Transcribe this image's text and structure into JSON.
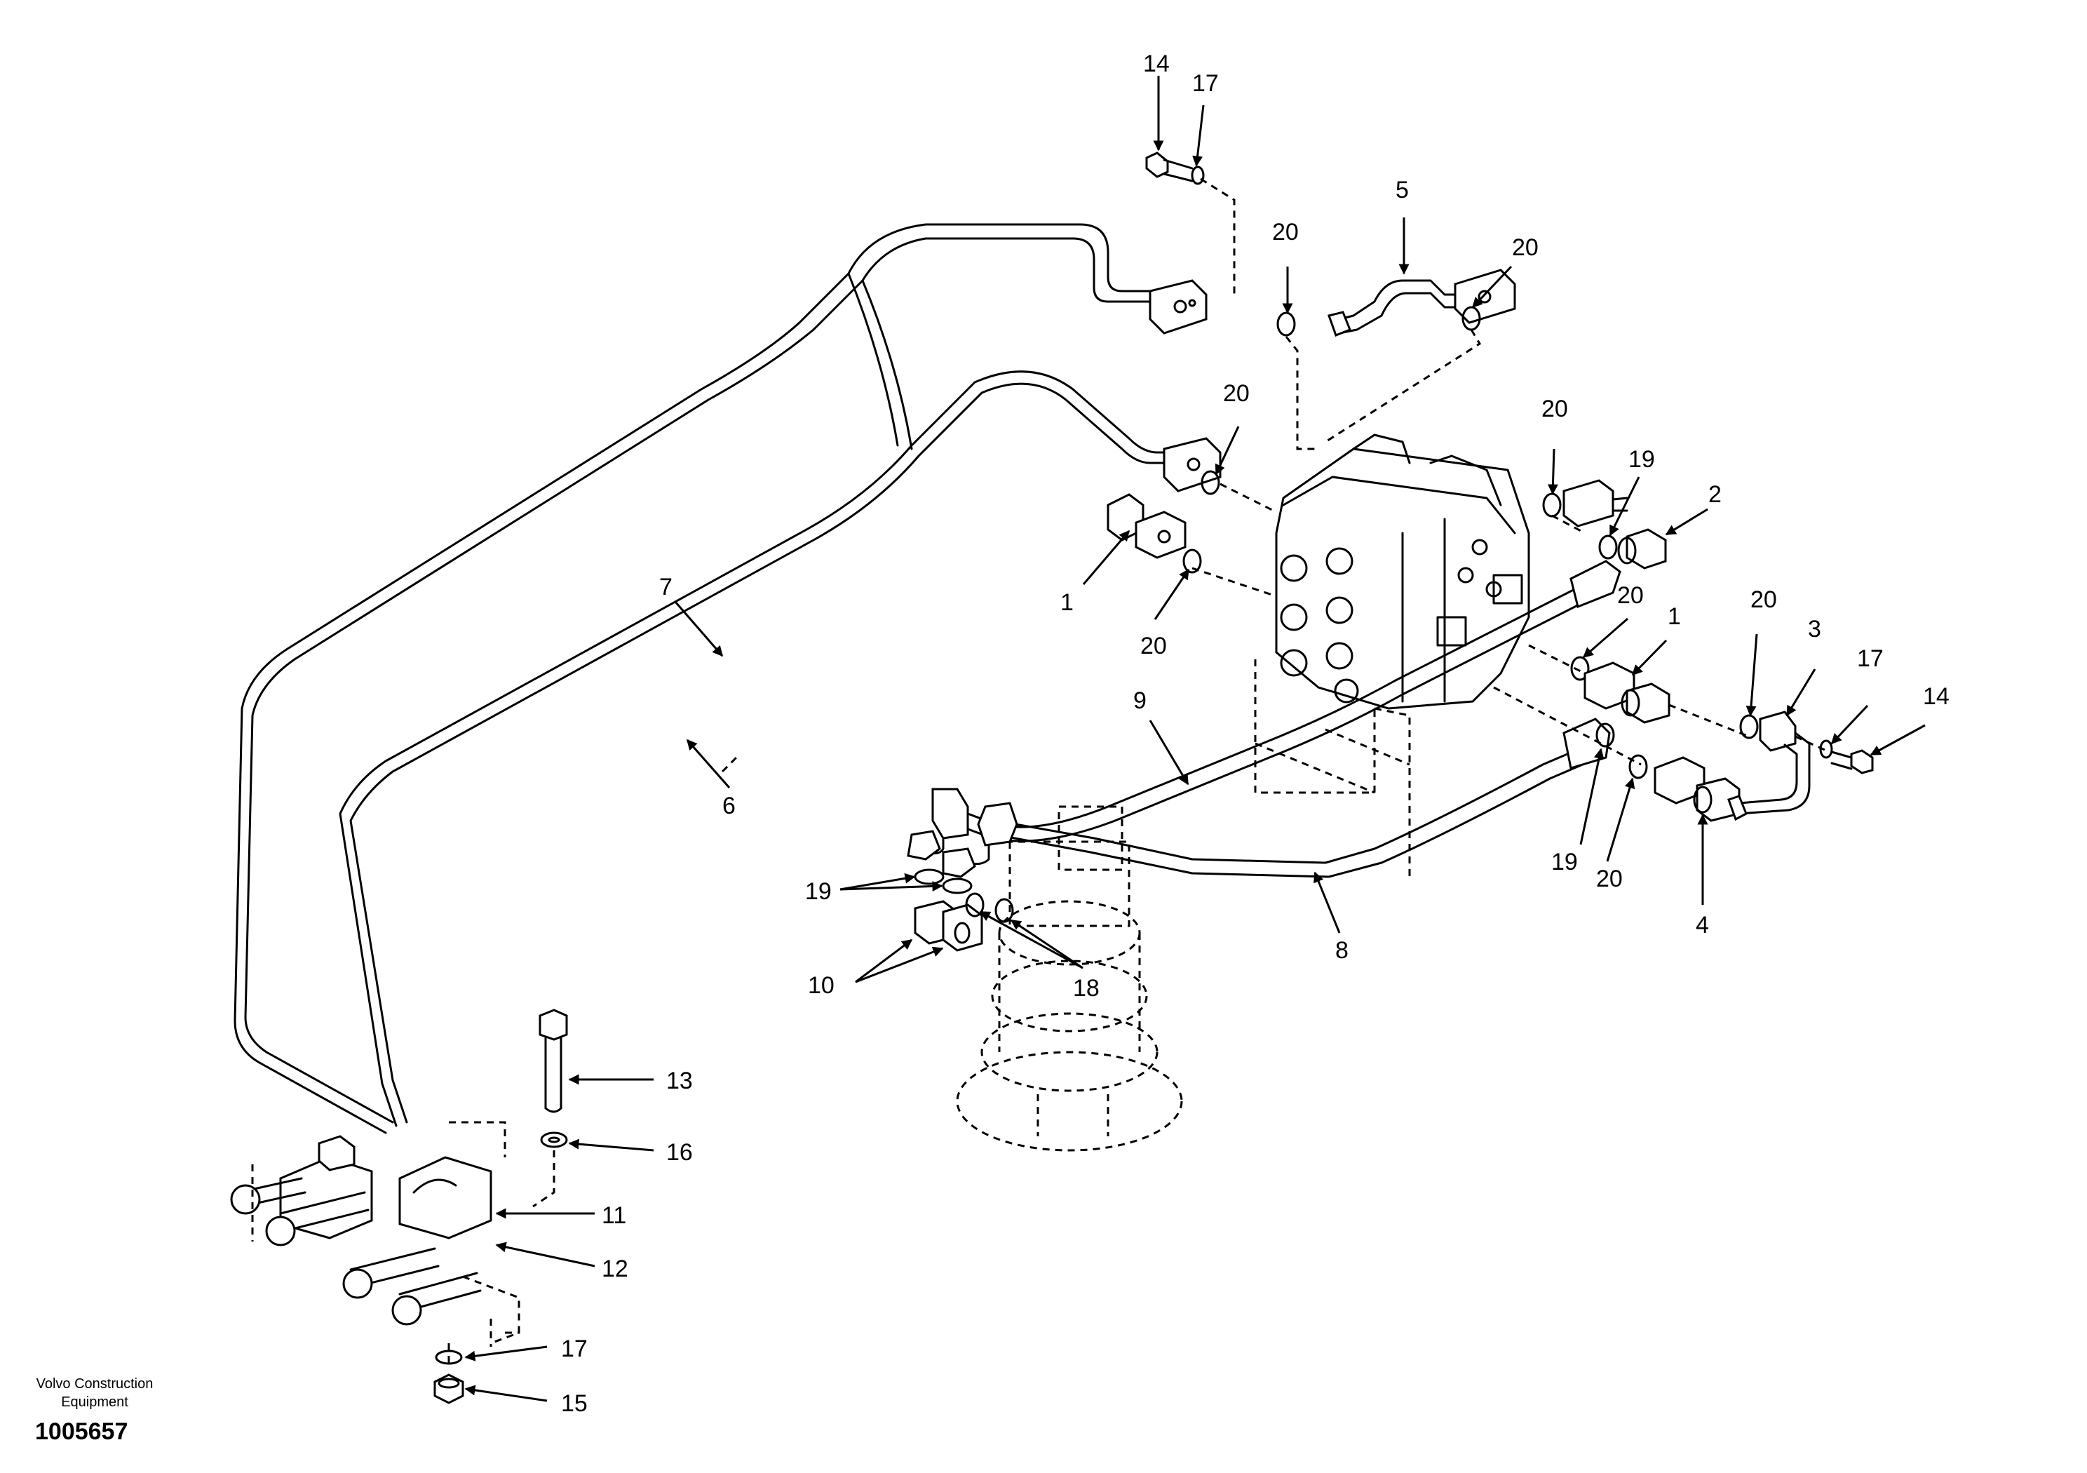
{
  "callouts": [
    {
      "id": "c14a",
      "text": "14"
    },
    {
      "id": "c17a",
      "text": "17"
    },
    {
      "id": "c5",
      "text": "5"
    },
    {
      "id": "c20a",
      "text": "20"
    },
    {
      "id": "c20b",
      "text": "20"
    },
    {
      "id": "c20c",
      "text": "20"
    },
    {
      "id": "c20d",
      "text": "20"
    },
    {
      "id": "c19a",
      "text": "19"
    },
    {
      "id": "c2",
      "text": "2"
    },
    {
      "id": "c1a",
      "text": "1"
    },
    {
      "id": "c20e",
      "text": "20"
    },
    {
      "id": "c20f",
      "text": "20"
    },
    {
      "id": "c1b",
      "text": "1"
    },
    {
      "id": "c20g",
      "text": "20"
    },
    {
      "id": "c3",
      "text": "3"
    },
    {
      "id": "c17b",
      "text": "17"
    },
    {
      "id": "c14b",
      "text": "14"
    },
    {
      "id": "c7",
      "text": "7"
    },
    {
      "id": "c9",
      "text": "9"
    },
    {
      "id": "c6",
      "text": "6"
    },
    {
      "id": "c19b",
      "text": "19"
    },
    {
      "id": "c20h",
      "text": "20"
    },
    {
      "id": "c4",
      "text": "4"
    },
    {
      "id": "c19c",
      "text": "19"
    },
    {
      "id": "c8",
      "text": "8"
    },
    {
      "id": "c10",
      "text": "10"
    },
    {
      "id": "c18",
      "text": "18"
    },
    {
      "id": "c13",
      "text": "13"
    },
    {
      "id": "c16",
      "text": "16"
    },
    {
      "id": "c11",
      "text": "11"
    },
    {
      "id": "c12",
      "text": "12"
    },
    {
      "id": "c17c",
      "text": "17"
    },
    {
      "id": "c15",
      "text": "15"
    }
  ],
  "footer": {
    "maker_line1": "Volvo Construction",
    "maker_line2": "Equipment",
    "drawing_number": "1005657"
  }
}
